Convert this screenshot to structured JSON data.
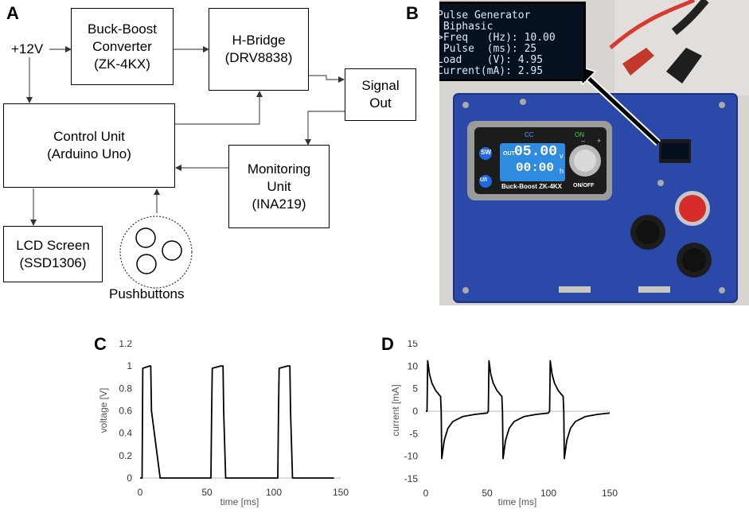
{
  "panels": {
    "a": "A",
    "b": "B",
    "c": "C",
    "d": "D"
  },
  "diagram": {
    "input": "+12V",
    "buck": [
      "Buck-Boost",
      "Converter",
      "(ZK-4KX)"
    ],
    "hbridge": [
      "H-Bridge",
      "(DRV8838)"
    ],
    "signal": [
      "Signal",
      "Out"
    ],
    "control": [
      "Control Unit",
      "(Arduino Uno)"
    ],
    "monitor": [
      "Monitoring",
      "Unit",
      "(INA219)"
    ],
    "lcd": [
      "LCD Screen",
      "(SSD1306)"
    ],
    "pushbuttons": "Pushbuttons"
  },
  "photo": {
    "oled_lines": [
      "Pulse Generator",
      " Biphasic",
      ">Freq   (Hz): 10.00",
      " Pulse  (ms): 25",
      "Load    (V): 4.95",
      "Current(mA): 2.95"
    ],
    "module_label": "Buck-Boost ZK-4KX",
    "module_voltage": "05.00",
    "module_time": "00:00",
    "module_out": "OUT",
    "module_v": "v",
    "module_h": "h",
    "cc": "CC",
    "on": "ON",
    "sw": "SW",
    "ui": "U/I",
    "onoff": "ON/OFF",
    "minus": "–",
    "plus": "+"
  },
  "chart_data": [
    {
      "type": "line",
      "panel": "C",
      "xlabel": "time [ms]",
      "ylabel": "voltage [V]",
      "xlim": [
        0,
        150
      ],
      "ylim": [
        0,
        1.2
      ],
      "xticks": [
        0,
        50,
        100,
        150
      ],
      "yticks": [
        0,
        0.2,
        0.4,
        0.6,
        0.8,
        1,
        1.2
      ],
      "ytick_labels": [
        "0",
        "0.2",
        "0.4",
        "0.6",
        "0.8",
        "1",
        "1.2"
      ],
      "x": [
        0,
        1,
        1.5,
        6,
        8,
        8.5,
        9,
        10,
        60,
        61,
        65,
        68,
        69,
        70,
        110,
        111,
        116,
        118,
        119,
        120,
        150
      ],
      "x_note": "",
      "series": [
        {
          "x": [
            0,
            1.5,
            2,
            7,
            8,
            8.5,
            15,
            53,
            53.5,
            54,
            60,
            62,
            62.5,
            64,
            103,
            103.5,
            104,
            110,
            112,
            112.5,
            114,
            145
          ],
          "y": [
            0,
            0,
            0.98,
            1.0,
            1.0,
            0.6,
            0,
            0,
            0.6,
            0.98,
            1.0,
            1.0,
            0.6,
            0,
            0,
            0.6,
            0.98,
            1.0,
            1.0,
            0.6,
            0,
            0
          ]
        }
      ]
    },
    {
      "type": "line",
      "panel": "D",
      "xlabel": "time [ms]",
      "ylabel": "current [mA]",
      "xlim": [
        0,
        150
      ],
      "ylim": [
        -15,
        15
      ],
      "xticks": [
        0,
        50,
        100,
        150
      ],
      "yticks": [
        -15,
        -10,
        -5,
        0,
        5,
        10,
        15
      ],
      "series": [
        {
          "x": [
            0,
            1,
            1.5,
            3,
            5,
            8,
            11,
            12,
            12.5,
            13,
            15,
            18,
            22,
            30,
            40,
            50,
            51,
            51.5,
            53,
            55,
            58,
            61,
            62,
            62.5,
            63,
            65,
            68,
            72,
            80,
            90,
            100,
            101,
            101.5,
            103,
            105,
            108,
            111,
            112,
            112.5,
            113,
            115,
            118,
            122,
            130,
            140,
            150
          ],
          "y": [
            0,
            0,
            11.2,
            8.2,
            6.2,
            4.6,
            3.6,
            3.3,
            0,
            -10.5,
            -6.5,
            -3.8,
            -2.3,
            -1.2,
            -0.7,
            -0.4,
            0,
            11.2,
            8.2,
            6.2,
            4.6,
            3.6,
            3.3,
            0,
            -10.5,
            -6.5,
            -3.8,
            -2.3,
            -1.2,
            -0.7,
            -0.4,
            0,
            11.2,
            8.2,
            6.2,
            4.6,
            3.6,
            3.3,
            0,
            -10.5,
            -6.5,
            -3.8,
            -2.3,
            -1.2,
            -0.7,
            -0.4
          ]
        }
      ]
    }
  ]
}
